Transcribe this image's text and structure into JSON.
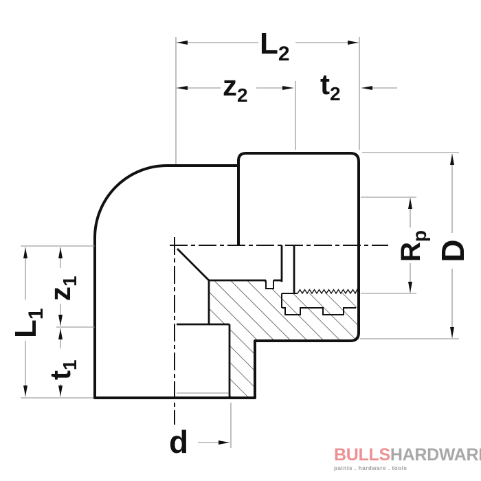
{
  "drawing": {
    "title": "90-degree elbow fitting cross-section",
    "dims": {
      "L2": {
        "main": "L",
        "sub": "2"
      },
      "z2": {
        "main": "z",
        "sub": "2"
      },
      "t2": {
        "main": "t",
        "sub": "2"
      },
      "D": {
        "main": "D",
        "sub": ""
      },
      "Rp": {
        "main": "R",
        "sub": "p"
      },
      "L1": {
        "main": "L",
        "sub": "1"
      },
      "z1": {
        "main": "z",
        "sub": "1"
      },
      "t1": {
        "main": "t",
        "sub": "1"
      },
      "d": {
        "main": "d",
        "sub": ""
      }
    },
    "colors": {
      "outline": "#111111",
      "thin_line": "#8a8a8a",
      "background": "#ffffff"
    }
  },
  "logo": {
    "brand_primary": "BULLS",
    "brand_secondary": "HARDWARE",
    "tagline": "paints . hardware . tools",
    "primary_color": "#ee9093",
    "secondary_color": "#a8a8a8"
  }
}
